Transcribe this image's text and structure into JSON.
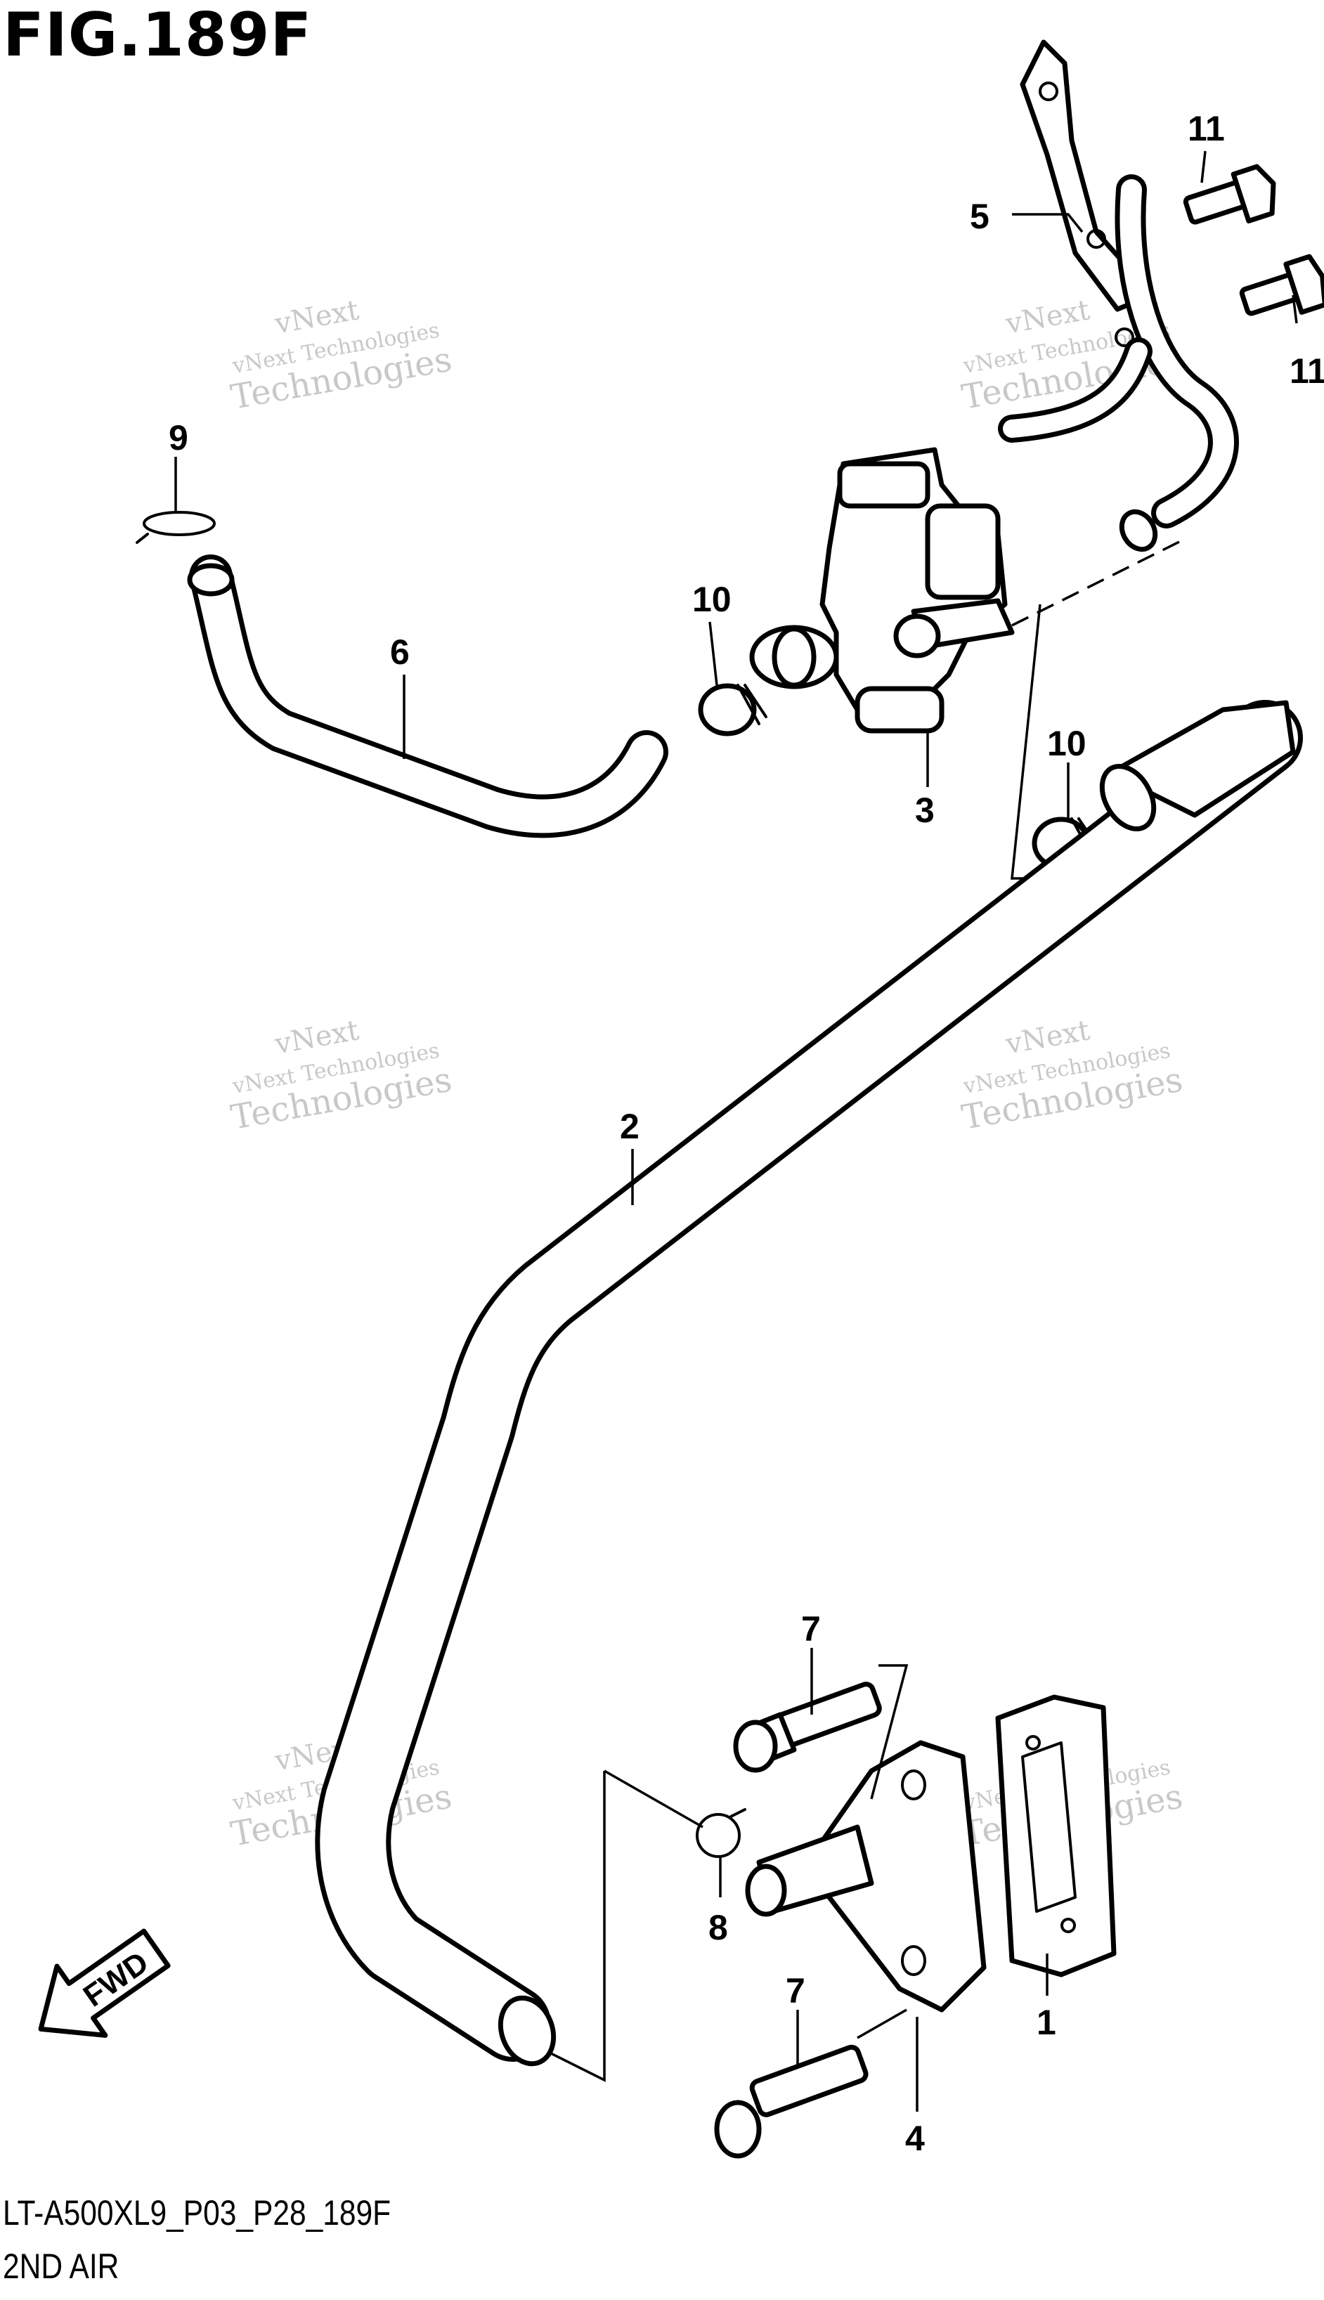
{
  "figure": {
    "title": "FIG.189F",
    "code": "LT-A500XL9_P03_P28_189F",
    "name": "2ND AIR"
  },
  "fwd_label": "FWD",
  "watermark": {
    "line1": "vNext",
    "line2": "vNext Technologies",
    "line3": "Technologies"
  },
  "callouts": [
    {
      "id": "1",
      "part": "gasket"
    },
    {
      "id": "2",
      "part": "long-hose"
    },
    {
      "id": "3",
      "part": "air-valve"
    },
    {
      "id": "4",
      "part": "reed-valve-cover"
    },
    {
      "id": "5",
      "part": "bracket"
    },
    {
      "id": "6",
      "part": "hose"
    },
    {
      "id": "7",
      "part": "bolt"
    },
    {
      "id": "8",
      "part": "clamp-ring"
    },
    {
      "id": "9",
      "part": "clamp-ring"
    },
    {
      "id": "10",
      "part": "hose-clamp"
    },
    {
      "id": "11",
      "part": "bolt"
    }
  ],
  "colors": {
    "line": "#000000",
    "watermark": "#c8c8c8",
    "background": "#ffffff"
  }
}
